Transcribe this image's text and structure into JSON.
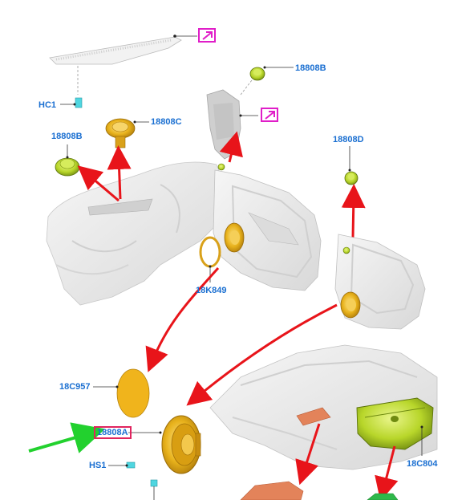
{
  "callouts": {
    "hc1": "HC1",
    "s18808b_left": "18808B",
    "s18808c": "18808C",
    "s18808b_top": "18808B",
    "s18808d": "18808D",
    "s18k849": "18K849",
    "s18c957": "18C957",
    "s18808a": "18808A",
    "hs1": "HS1",
    "s18c804": "18C804"
  },
  "colors": {
    "label": "#1a6fd1",
    "arrow_red": "#e8141a",
    "arrow_green": "#22d12e",
    "highlight_box": "#e0245e",
    "link_box": "#e01ec8",
    "speaker_gold": "#e8b21c",
    "speaker_green": "#b8d62a"
  },
  "icons": {
    "link_box_top": "external-link-arrow-icon",
    "link_box_mid": "external-link-arrow-icon"
  }
}
